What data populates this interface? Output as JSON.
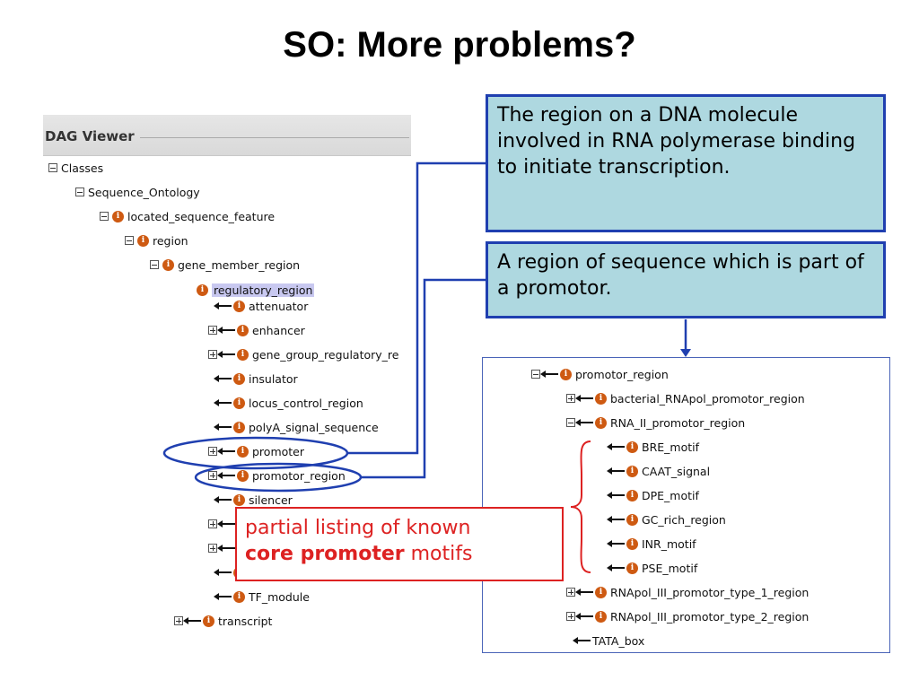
{
  "title": "SO: More problems?",
  "dag_viewer": {
    "header": "DAG Viewer",
    "rows": [
      {
        "label": "Classes",
        "toggle": "minus",
        "arrow": false,
        "info": false
      },
      {
        "label": "Sequence_Ontology",
        "toggle": "minus",
        "arrow": false,
        "info": false
      },
      {
        "label": "located_sequence_feature",
        "toggle": "minus",
        "arrow": false,
        "info": true
      },
      {
        "label": "region",
        "toggle": "minus",
        "arrow": false,
        "info": true
      },
      {
        "label": "gene_member_region",
        "toggle": "minus",
        "arrow": false,
        "info": true
      },
      {
        "label": "regulatory_region",
        "toggle": "none",
        "arrow": false,
        "info": true,
        "highlight": true
      },
      {
        "label": "attenuator",
        "toggle": "none",
        "arrow": true,
        "info": true
      },
      {
        "label": "enhancer",
        "toggle": "plus",
        "arrow": true,
        "info": true
      },
      {
        "label": "gene_group_regulatory_re",
        "toggle": "plus",
        "arrow": true,
        "info": true
      },
      {
        "label": "insulator",
        "toggle": "none",
        "arrow": true,
        "info": true
      },
      {
        "label": "locus_control_region",
        "toggle": "none",
        "arrow": true,
        "info": true
      },
      {
        "label": "polyA_signal_sequence",
        "toggle": "none",
        "arrow": true,
        "info": true
      },
      {
        "label": "promoter",
        "toggle": "plus",
        "arrow": true,
        "info": true
      },
      {
        "label": "promotor_region",
        "toggle": "plus",
        "arrow": true,
        "info": true
      },
      {
        "label": "silencer",
        "toggle": "none",
        "arrow": true,
        "info": true
      },
      {
        "label": "",
        "toggle": "plus",
        "arrow": true,
        "info": true
      },
      {
        "label": "",
        "toggle": "plus",
        "arrow": true,
        "info": true
      },
      {
        "label": "",
        "toggle": "none",
        "arrow": true,
        "info": true
      },
      {
        "label": "TF_module",
        "toggle": "none",
        "arrow": true,
        "info": true
      },
      {
        "label": "transcript",
        "toggle": "plus",
        "arrow": true,
        "info": true
      }
    ]
  },
  "definition_promoter": "The region on a DNA molecule involved in RNA polymerase binding to initiate transcription.",
  "definition_promotor_region": "A region of sequence which is part of a promotor.",
  "partial_note": {
    "line1": "partial listing of known",
    "bold": "core promoter",
    "rest": " motifs"
  },
  "promotor_tree": {
    "rows": [
      {
        "label": "promotor_region",
        "toggle": "minus",
        "arrow": true,
        "info": true
      },
      {
        "label": "bacterial_RNApol_promotor_region",
        "toggle": "plus",
        "arrow": true,
        "info": true
      },
      {
        "label": "RNA_II_promotor_region",
        "toggle": "minus",
        "arrow": true,
        "info": true
      },
      {
        "label": "BRE_motif",
        "toggle": "none",
        "arrow": true,
        "info": true
      },
      {
        "label": "CAAT_signal",
        "toggle": "none",
        "arrow": true,
        "info": true
      },
      {
        "label": "DPE_motif",
        "toggle": "none",
        "arrow": true,
        "info": true
      },
      {
        "label": "GC_rich_region",
        "toggle": "none",
        "arrow": true,
        "info": true
      },
      {
        "label": "INR_motif",
        "toggle": "none",
        "arrow": true,
        "info": true
      },
      {
        "label": "PSE_motif",
        "toggle": "none",
        "arrow": true,
        "info": true
      },
      {
        "label": "RNApol_III_promotor_type_1_region",
        "toggle": "plus",
        "arrow": true,
        "info": true
      },
      {
        "label": "RNApol_III_promotor_type_2_region",
        "toggle": "plus",
        "arrow": true,
        "info": true
      },
      {
        "label": "TATA_box",
        "toggle": "none",
        "arrow": true,
        "info": false
      }
    ]
  },
  "colors": {
    "connector_blue": "#1f3fb0",
    "definition_fill": "#aed8e0",
    "note_red": "#dd2222",
    "info_icon": "#ce5a12",
    "highlight": "#c8c8f0"
  },
  "icons": {
    "toggle_minus": "collapse-toggle-icon",
    "toggle_plus": "expand-toggle-icon",
    "arrow": "is-a-arrow-icon",
    "info": "info-icon"
  }
}
